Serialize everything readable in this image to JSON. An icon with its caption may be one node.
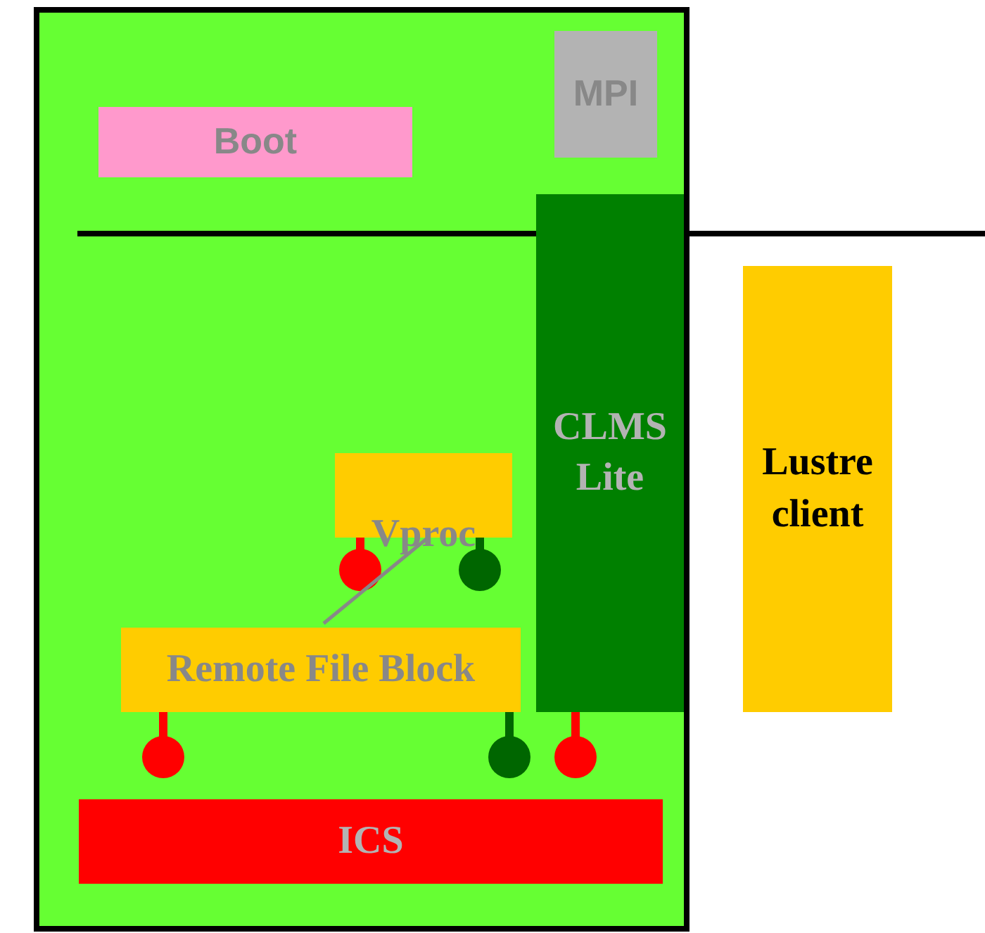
{
  "diagram": {
    "nodes": [
      {
        "text": [],
        "shape": "box"
      },
      {
        "text": [
          "Boot"
        ],
        "in": 0
      },
      {
        "text": [
          "MPI"
        ],
        "in": 0
      },
      {
        "text": [
          "CLMS Lite"
        ],
        "in": 0
      },
      {
        "text": [
          "Vproc"
        ],
        "in": 0
      },
      {
        "text": [
          "Remote File Block"
        ],
        "in": 0
      },
      {
        "text": [
          "ICS"
        ],
        "in": 0
      },
      {
        "text": [
          "Lustre client"
        ]
      }
    ],
    "edges": [
      {
        "from": 5,
        "to": 4,
        "arrow": "none",
        "color": "#888888"
      }
    ]
  }
}
